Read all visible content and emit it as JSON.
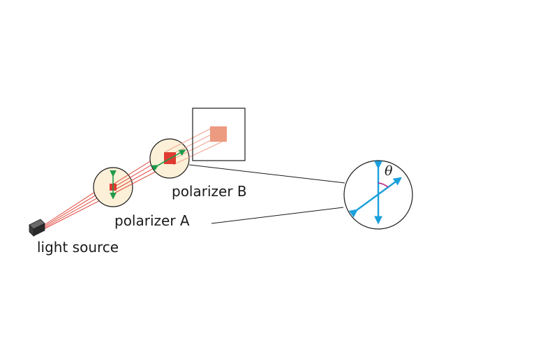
{
  "labels": {
    "light_source": "light source",
    "polarizer_a": "polarizer A",
    "polarizer_b": "polarizer B",
    "angle_symbol": "θ"
  },
  "colors": {
    "beam": "#e0483c",
    "beam_faded": "#f0a08c",
    "polarizer_fill": "#fcf0d8",
    "light_patch": "#e03a32",
    "light_patch_faded": "#ec9a80",
    "polarization_arrow": "#1f9a4a",
    "axis_arrow": "#1aa0dc",
    "angle_arc": "#c0308c",
    "line": "#1a1a1a"
  },
  "icons": {
    "source": "light-source-box-icon",
    "polarizer_a_axis": "vertical-double-arrow-icon",
    "polarizer_b_axis": "diagonal-double-arrow-icon"
  }
}
